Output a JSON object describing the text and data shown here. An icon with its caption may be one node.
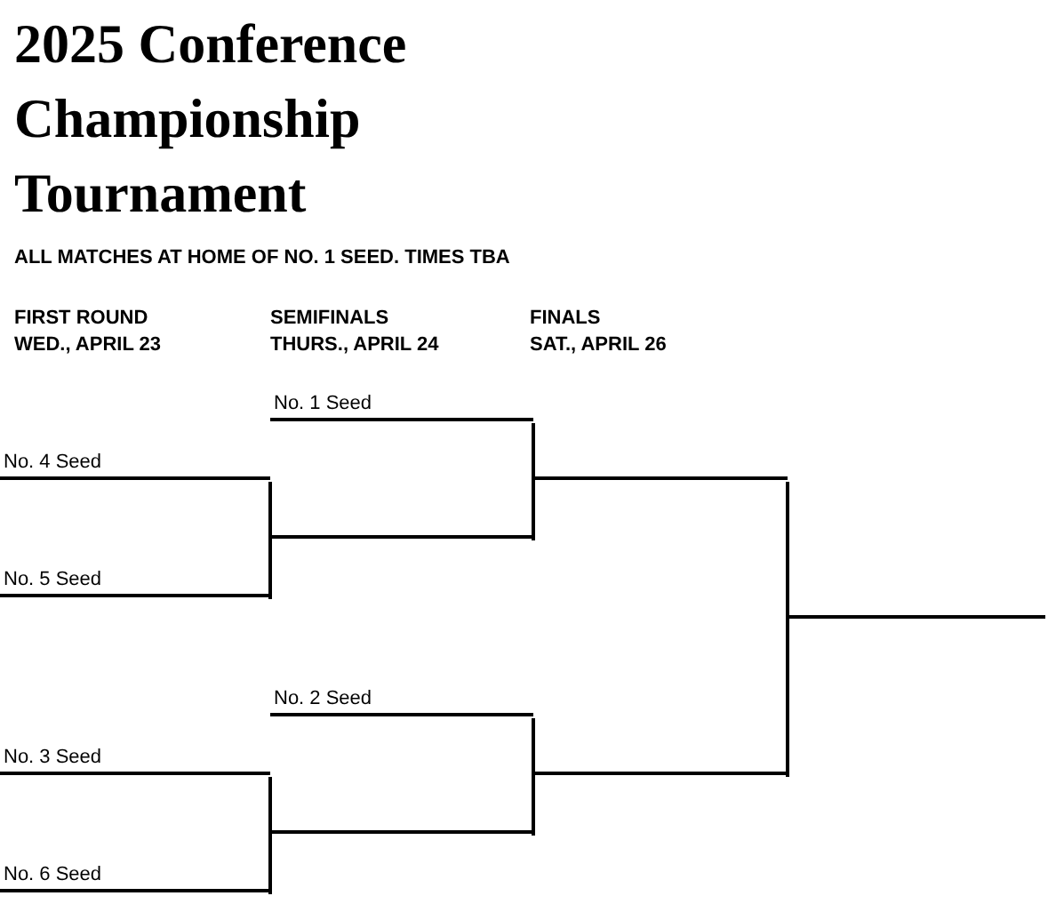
{
  "diagram": {
    "title": "2025 Conference Championship Tournament",
    "nodes": [
      {
        "text": [
          "No. 1 Seed"
        ]
      },
      {
        "text": [
          "No. 4 Seed"
        ]
      },
      {
        "text": [
          "No. 5 Seed"
        ]
      },
      {
        "text": [],
        "shape": "bar"
      },
      {
        "text": [],
        "shape": "bar"
      },
      {
        "text": [
          "No. 2 Seed"
        ]
      },
      {
        "text": [
          "No. 3 Seed"
        ]
      },
      {
        "text": [
          "No. 6 Seed"
        ]
      },
      {
        "text": [],
        "shape": "bar"
      },
      {
        "text": [],
        "shape": "bar"
      },
      {
        "text": [],
        "shape": "bar"
      }
    ],
    "edges": [
      {
        "from": 1,
        "to": 3,
        "arrow": "none"
      },
      {
        "from": 2,
        "to": 3,
        "arrow": "none"
      },
      {
        "from": 0,
        "to": 4,
        "arrow": "none"
      },
      {
        "from": 3,
        "to": 4,
        "arrow": "none"
      },
      {
        "from": 6,
        "to": 8,
        "arrow": "none"
      },
      {
        "from": 7,
        "to": 8,
        "arrow": "none"
      },
      {
        "from": 5,
        "to": 9,
        "arrow": "none"
      },
      {
        "from": 8,
        "to": 9,
        "arrow": "none"
      },
      {
        "from": 4,
        "to": 10,
        "arrow": "none"
      },
      {
        "from": 9,
        "to": 10,
        "arrow": "none"
      }
    ],
    "labels": [
      "ALL MATCHES AT HOME OF NO. 1 SEED. TIMES TBA",
      "FIRST ROUND",
      "SEMIFINALS",
      "FINALS",
      "WED., APRIL 23",
      "THURS., APRIL 24",
      "SAT., APRIL 26"
    ]
  }
}
